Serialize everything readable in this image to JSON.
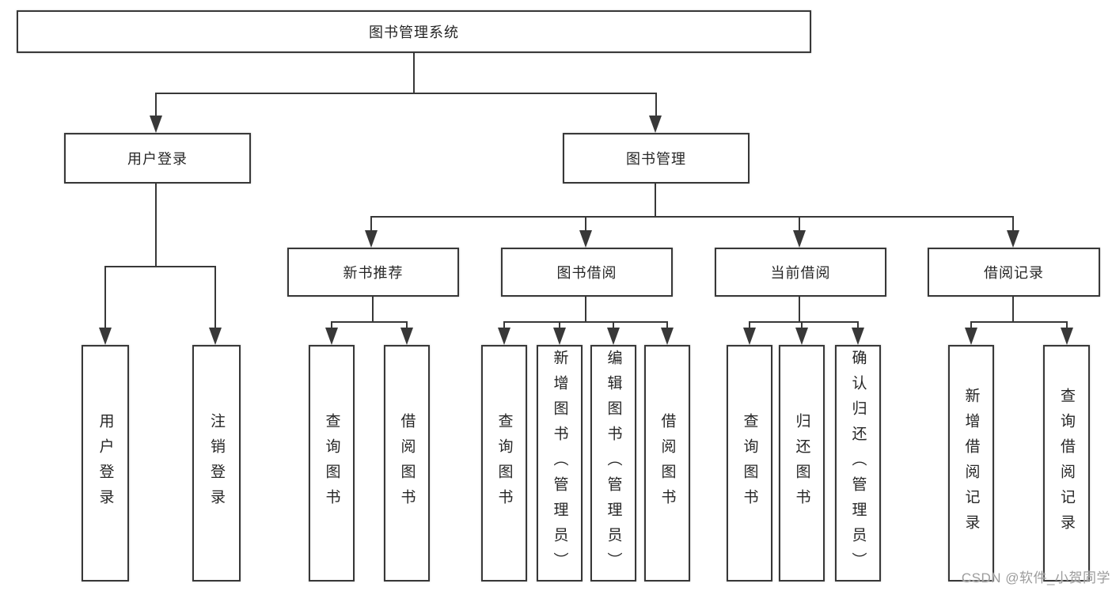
{
  "colors": {
    "line": "#383838",
    "box_border": "#383838",
    "text": "#262626",
    "watermark": "#9c9c9c",
    "background": "#ffffff"
  },
  "watermark": {
    "text": "CSDN @软件_小贺同学"
  },
  "tree": {
    "root": "图书管理系统",
    "children": [
      {
        "label": "用户登录",
        "children": [
          {
            "label": "用户登录"
          },
          {
            "label": "注销登录"
          }
        ]
      },
      {
        "label": "图书管理",
        "children": [
          {
            "label": "新书推荐",
            "children": [
              {
                "label": "查询图书"
              },
              {
                "label": "借阅图书"
              }
            ]
          },
          {
            "label": "图书借阅",
            "children": [
              {
                "label": "查询图书"
              },
              {
                "label": "新增图书（管理员）"
              },
              {
                "label": "编辑图书（管理员）"
              },
              {
                "label": "借阅图书"
              }
            ]
          },
          {
            "label": "当前借阅",
            "children": [
              {
                "label": "查询图书"
              },
              {
                "label": "归还图书"
              },
              {
                "label": "确认归还（管理员）"
              }
            ]
          },
          {
            "label": "借阅记录",
            "children": [
              {
                "label": "新增借阅记录"
              },
              {
                "label": "查询借阅记录"
              }
            ]
          }
        ]
      }
    ]
  }
}
